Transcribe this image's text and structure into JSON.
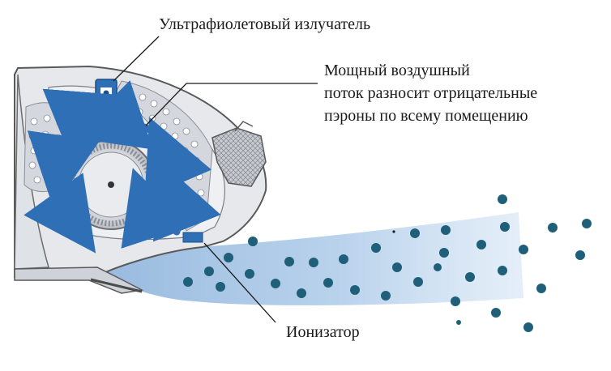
{
  "labels": {
    "uv_emitter": "Ультрафиолетовый излучатель",
    "airflow_lines": [
      "Мощный воздушный",
      "поток разносит отрицательные",
      "пэроны по всему помещению"
    ],
    "ionizer": "Ионизатор"
  },
  "colors": {
    "housing_fill": "#e6e8ec",
    "housing_stroke": "#5a5a5a",
    "panel_fill": "#d3d6dc",
    "arrow_blue": "#2f6fb6",
    "airflow_fill": "#a9c6e6",
    "ion_dot": "#1f5f7a",
    "leader_line": "#1a1a1a"
  },
  "icons": {
    "uv_emitter": "uv-lamp-icon",
    "fan": "fan-drum-icon",
    "ionizer": "ionizer-block-icon",
    "filter": "filter-mesh-icon"
  }
}
